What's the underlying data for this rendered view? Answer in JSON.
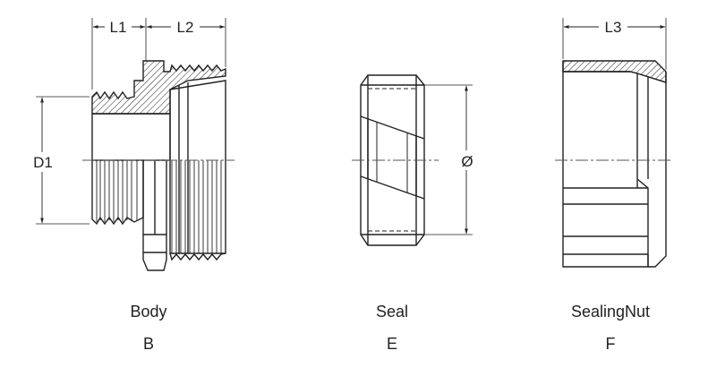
{
  "dimensions": {
    "l1": "L1",
    "l2": "L2",
    "l3": "L3",
    "d1": "D1",
    "diameter": "Ø"
  },
  "parts": [
    {
      "name": "Body",
      "code": "B"
    },
    {
      "name": "Seal",
      "code": "E"
    },
    {
      "name": "SealingNut",
      "code": "F"
    }
  ],
  "colors": {
    "line": "#222222",
    "center": "#555555"
  }
}
